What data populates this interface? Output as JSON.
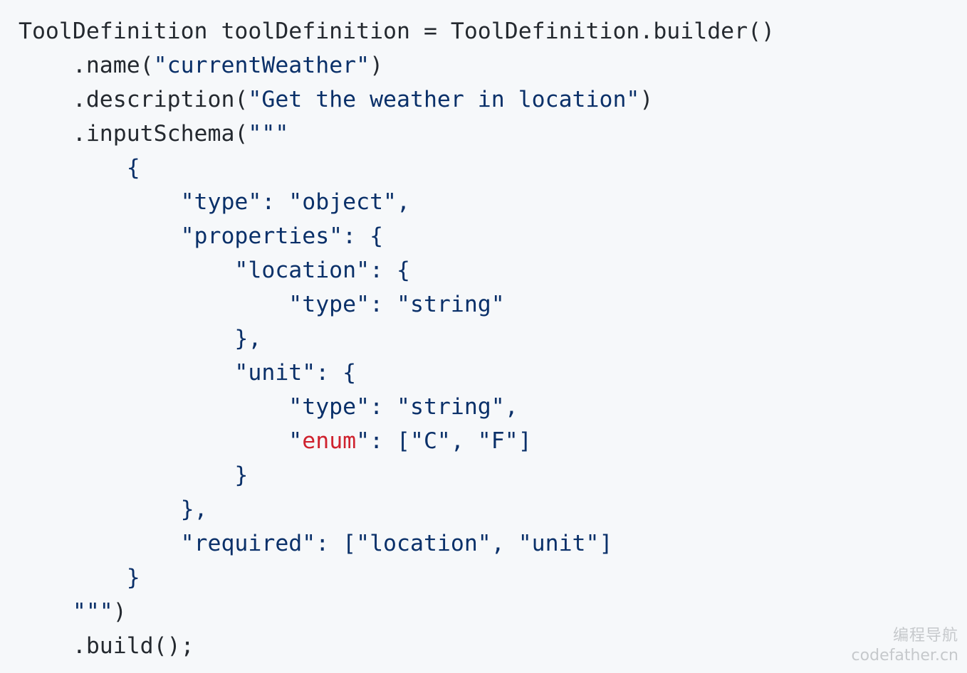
{
  "code": {
    "line1": "ToolDefinition toolDefinition = ToolDefinition.builder()",
    "line2_method": "    .name(",
    "line2_arg": "\"currentWeather\"",
    "line2_close": ")",
    "line3_method": "    .description(",
    "line3_arg": "\"Get the weather in location\"",
    "line3_close": ")",
    "line4_method": "    .inputSchema(",
    "line4_arg": "\"\"\"",
    "line5": "        {",
    "line6_key": "            \"type\"",
    "line6_rest": ": \"object\",",
    "line7_key": "            \"properties\"",
    "line7_rest": ": {",
    "line8_key": "                \"location\"",
    "line8_rest": ": {",
    "line9_key": "                    \"type\"",
    "line9_rest": ": \"string\"",
    "line10": "                },",
    "line11_key": "                \"unit\"",
    "line11_rest": ": {",
    "line12_key": "                    \"type\"",
    "line12_rest": ": \"string\",",
    "line13_q1": "                    \"",
    "line13_enum": "enum",
    "line13_q2": "\"",
    "line13_rest": ": [\"C\", \"F\"]",
    "line14": "                }",
    "line15": "            },",
    "line16_key": "            \"required\"",
    "line16_rest": ": [\"location\", \"unit\"]",
    "line17": "        }",
    "line18_quotes": "    \"\"\"",
    "line18_close": ")",
    "line19": "    .build();"
  },
  "watermark": {
    "line1": "编程导航",
    "line2": "codefather.cn"
  }
}
